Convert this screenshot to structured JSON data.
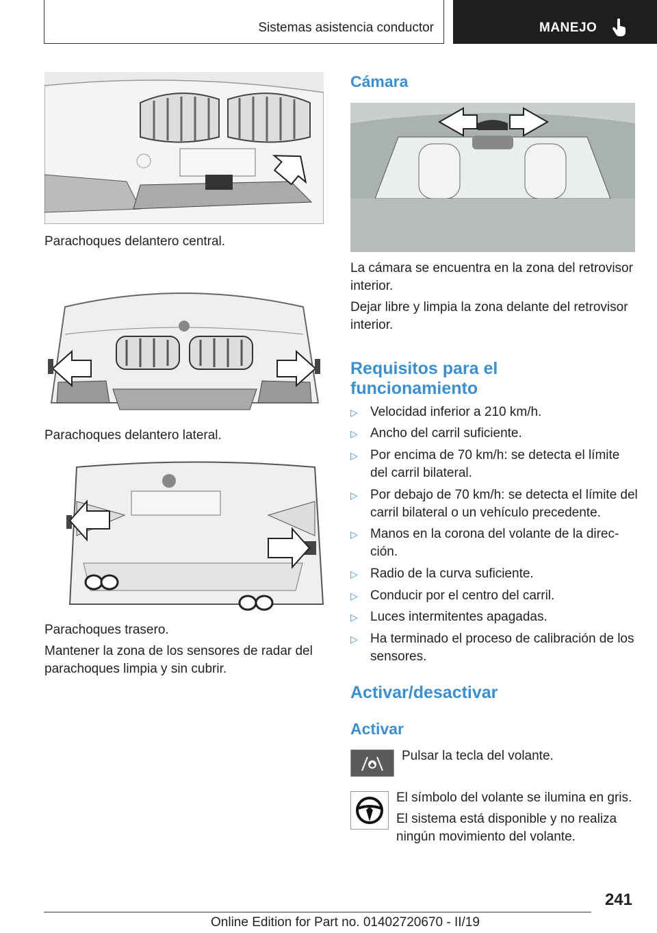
{
  "header": {
    "section": "Sistemas asistencia conductor",
    "chapter": "MANEJO"
  },
  "left": {
    "cap1": "Parachoques delantero central.",
    "cap2": "Parachoques delantero lateral.",
    "cap3": "Parachoques trasero.",
    "para": "Mantener la zona de los sensores de radar del parachoques limpia y sin cubrir."
  },
  "right": {
    "camara_title": "Cámara",
    "camara_p1": "La cámara se encuentra en la zona del retrovisor interior.",
    "camara_p2": "Dejar libre y limpia la zona delante del retrovisor interior.",
    "req_title": "Requisitos para el funcionamiento",
    "req_items": [
      "Velocidad inferior a 210 km/h.",
      "Ancho del carril suficiente.",
      "Por encima de 70 km/h: se detecta el límite del carril bilateral.",
      "Por debajo de 70 km/h: se detecta el límite del carril bilateral o un vehículo precedente.",
      "Manos en la corona del volante de la direc‐ ción.",
      "Radio de la curva suficiente.",
      "Conducir por el centro del carril.",
      "Luces intermitentes apagadas.",
      "Ha terminado el proceso de calibración de los sensores."
    ],
    "act_title": "Activar/desactivar",
    "activar_title": "Activar",
    "activar_p": "Pulsar la tecla del volante.",
    "sym_p1": "El símbolo del volante se ilumina en gris.",
    "sym_p2": "El sistema está disponible y no realiza ningún movimiento del volante."
  },
  "footer": {
    "page": "241",
    "edition": "Online Edition for Part no. 01402720670 - II/19"
  },
  "icons": {
    "hand": "hand-pointer-icon",
    "lane_button": "lane-assist-button-icon",
    "steering": "steering-wheel-icon",
    "bullet": "triangle-bullet-icon"
  },
  "colors": {
    "heading": "#3a8fd0",
    "header_dark": "#1e1e1e"
  }
}
